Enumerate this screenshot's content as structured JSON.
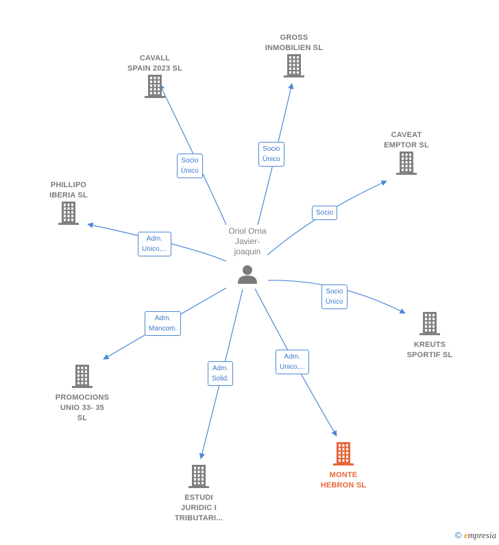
{
  "center": {
    "name": "Oriol Orna\nJavier-\njoaquin",
    "icon": "person-icon"
  },
  "companies": [
    {
      "id": "cavall",
      "name": "CAVALL\nSPAIN 2023  SL",
      "highlight": false
    },
    {
      "id": "gross",
      "name": "GROSS\nINMOBILIEN SL",
      "highlight": false
    },
    {
      "id": "caveat",
      "name": "CAVEAT\nEMPTOR  SL",
      "highlight": false
    },
    {
      "id": "phillipo",
      "name": "PHILLIPO\nIBERIA  SL",
      "highlight": false
    },
    {
      "id": "kreuts",
      "name": "KREUTS\nSPORTIF  SL",
      "highlight": false
    },
    {
      "id": "promocions",
      "name": "PROMOCIONS\nUNIO 33- 35\nSL",
      "highlight": false
    },
    {
      "id": "monte",
      "name": "MONTE\nHEBRON  SL",
      "highlight": true
    },
    {
      "id": "estudi",
      "name": "ESTUDI\nJURIDIC I\nTRIBUTARI...",
      "highlight": false
    }
  ],
  "relations": [
    {
      "to": "cavall",
      "label": "Socio\nÚnico"
    },
    {
      "to": "gross",
      "label": "Socio\nÚnico"
    },
    {
      "to": "caveat",
      "label": "Socio"
    },
    {
      "to": "phillipo",
      "label": "Adm.\nUnico,..."
    },
    {
      "to": "kreuts",
      "label": "Socio\nÚnico"
    },
    {
      "to": "promocions",
      "label": "Adm.\nMancom."
    },
    {
      "to": "monte",
      "label": "Adm.\nUnico,..."
    },
    {
      "to": "estudi",
      "label": "Adm.\nSolid."
    }
  ],
  "colors": {
    "edge": "#4a87d6",
    "building": "#808080",
    "highlight": "#e8663a"
  },
  "footer": {
    "copyright": "©",
    "brand_e": "e",
    "brand_rest": "mpresia"
  }
}
